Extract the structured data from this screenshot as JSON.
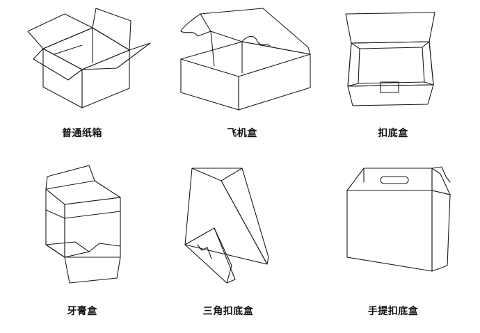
{
  "boxes": [
    {
      "id": "regular-carton",
      "label": "普通纸箱"
    },
    {
      "id": "airplane-box",
      "label": "飞机盒"
    },
    {
      "id": "snap-bottom-box",
      "label": "扣底盒"
    },
    {
      "id": "toothpaste-box",
      "label": "牙膏盒"
    },
    {
      "id": "triangle-snap-bottom-box",
      "label": "三角扣底盒"
    },
    {
      "id": "handle-snap-bottom-box",
      "label": "手提扣底盒"
    }
  ],
  "colors": {
    "line": "#1a1a1a",
    "text": "#111111",
    "background": "#ffffff"
  }
}
